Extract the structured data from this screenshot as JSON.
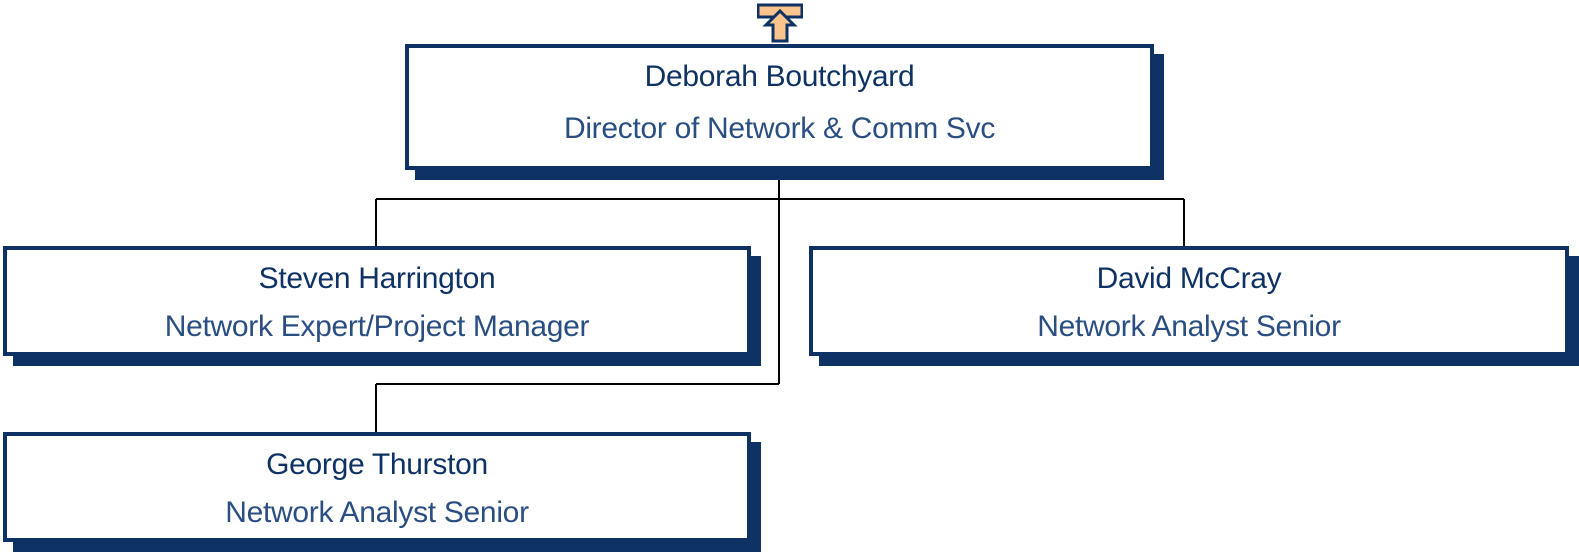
{
  "colors": {
    "box_border": "#0f3264",
    "box_shadow": "#0f3264",
    "name_text": "#0f3264",
    "title_text": "#2a4e82",
    "connector": "#000000",
    "up_button_fill": "#fbc48d",
    "up_button_border": "#0f3264"
  },
  "navigation": {
    "up_icon": "up-arrow-icon"
  },
  "org": {
    "root": {
      "name": "Deborah Boutchyard",
      "title": "Director of Network & Comm Svc"
    },
    "reports": [
      {
        "name": "Steven Harrington",
        "title": "Network Expert/Project Manager"
      },
      {
        "name": "David McCray",
        "title": "Network Analyst Senior"
      },
      {
        "name": "George Thurston",
        "title": "Network Analyst Senior"
      }
    ]
  }
}
